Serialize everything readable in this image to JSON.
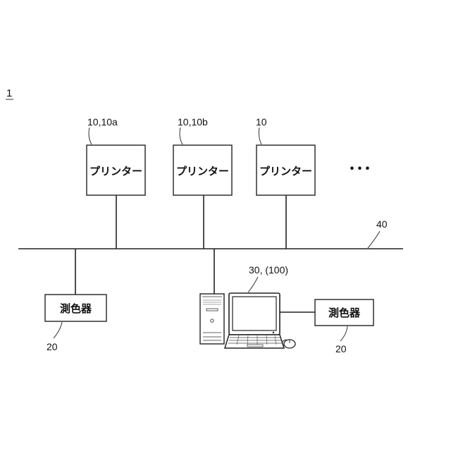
{
  "figure": {
    "number": "1"
  },
  "printers": [
    {
      "ref": "10,10a",
      "label": "プリンター"
    },
    {
      "ref": "10,10b",
      "label": "プリンター"
    },
    {
      "ref": "10",
      "label": "プリンター"
    }
  ],
  "ellipsis": "･･･",
  "network": {
    "ref": "40"
  },
  "colorimeter_left": {
    "label": "測色器",
    "ref": "20"
  },
  "computer": {
    "ref": "30, (100)"
  },
  "colorimeter_right": {
    "label": "測色器",
    "ref": "20"
  }
}
